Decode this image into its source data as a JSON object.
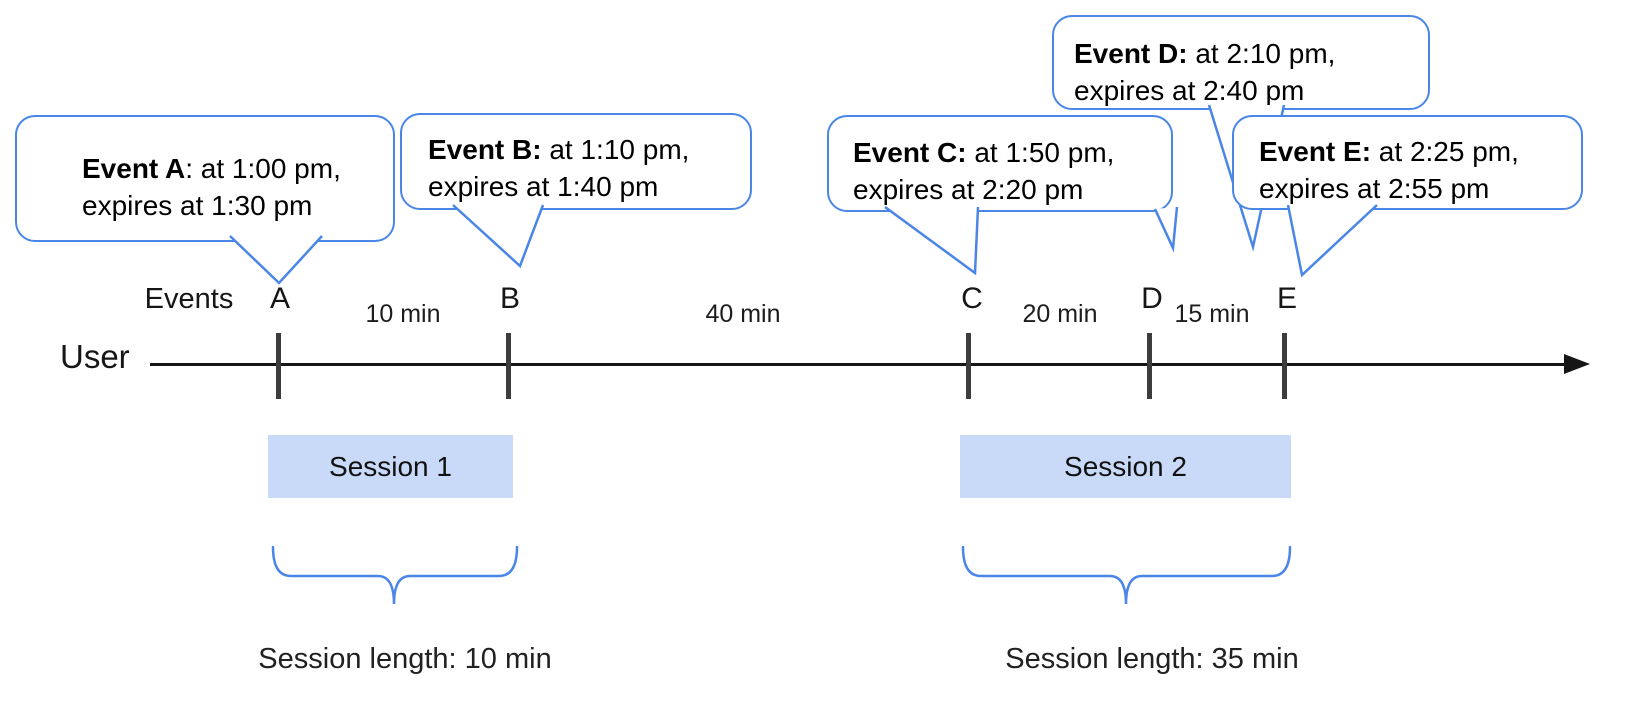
{
  "colors": {
    "accent_blue": "#4a86e8",
    "session_fill": "#c9daf8",
    "tick_gray": "#3d3d3d",
    "axis_black": "#161616"
  },
  "callouts": [
    {
      "id": "A",
      "bold": "Event A",
      "rest": ": at 1:00 pm,",
      "line2": "expires at 1:30 pm"
    },
    {
      "id": "B",
      "bold": "Event B:",
      "rest": " at 1:10 pm,",
      "line2": "expires at 1:40 pm"
    },
    {
      "id": "C",
      "bold": "Event C:",
      "rest": " at 1:50 pm,",
      "line2": "expires at 2:20 pm"
    },
    {
      "id": "D",
      "bold": "Event D:",
      "rest": " at 2:10 pm,",
      "line2": "expires at 2:40 pm"
    },
    {
      "id": "E",
      "bold": "Event E:",
      "rest": " at 2:25 pm,",
      "line2": "expires at 2:55 pm"
    }
  ],
  "timeline": {
    "axis_label": "User",
    "events_label": "Events",
    "ticks": [
      "A",
      "B",
      "C",
      "D",
      "E"
    ],
    "intervals": [
      "10 min",
      "40 min",
      "20 min",
      "15 min"
    ]
  },
  "sessions": [
    {
      "label": "Session 1",
      "length": "Session length: 10 min"
    },
    {
      "label": "Session 2",
      "length": "Session length: 35 min"
    }
  ]
}
